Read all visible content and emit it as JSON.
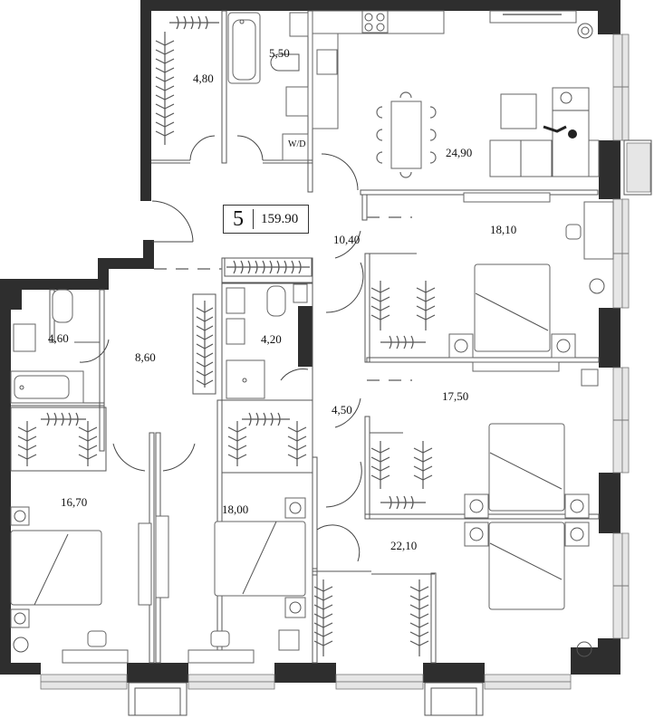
{
  "apartment": {
    "number": "5",
    "total_area": "159.90"
  },
  "rooms": [
    {
      "id": "walk-in-closet-top",
      "area": "4,80"
    },
    {
      "id": "bathroom-top",
      "area": "5,50"
    },
    {
      "id": "living-kitchen",
      "area": "24,90"
    },
    {
      "id": "hallway-top",
      "area": "10,40"
    },
    {
      "id": "bedroom-east-1",
      "area": "18,10"
    },
    {
      "id": "bathroom-west",
      "area": "4,60"
    },
    {
      "id": "hallway-west",
      "area": "8,60"
    },
    {
      "id": "bathroom-center",
      "area": "4,20"
    },
    {
      "id": "hallway-center",
      "area": "4,50"
    },
    {
      "id": "bedroom-east-2",
      "area": "17,50"
    },
    {
      "id": "bedroom-west",
      "area": "16,70"
    },
    {
      "id": "bedroom-center",
      "area": "18,00"
    },
    {
      "id": "master-bedroom",
      "area": "22,10"
    }
  ],
  "fixtures": {
    "washer_dryer_label": "W/D"
  },
  "colors": {
    "wall": "#2e2e2e",
    "line": "#555555",
    "window_glass": "#e6e6e6",
    "background": "#ffffff"
  }
}
